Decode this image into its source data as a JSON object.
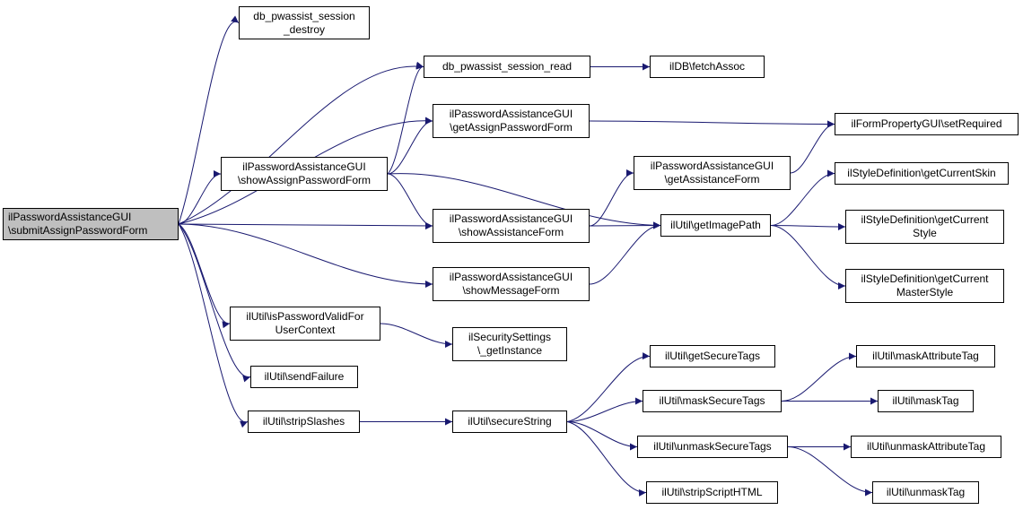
{
  "diagram": {
    "colors": {
      "edge": "#191970",
      "root_fill": "#bfbfbf",
      "node_fill": "#ffffff",
      "border": "#000000"
    },
    "nodes": [
      {
        "id": "root",
        "lines": [
          "ilPasswordAssistanceGUI",
          "\\submitAssignPasswordForm"
        ]
      },
      {
        "id": "destroy",
        "lines": [
          "db_pwassist_session",
          "_destroy"
        ]
      },
      {
        "id": "read",
        "lines": [
          "db_pwassist_session_read"
        ]
      },
      {
        "id": "fetchassoc",
        "lines": [
          "ilDB\\fetchAssoc"
        ]
      },
      {
        "id": "getassignform",
        "lines": [
          "ilPasswordAssistanceGUI",
          "\\getAssignPasswordForm"
        ]
      },
      {
        "id": "setrequired",
        "lines": [
          "ilFormPropertyGUI\\setRequired"
        ]
      },
      {
        "id": "showassignform",
        "lines": [
          "ilPasswordAssistanceGUI",
          "\\showAssignPasswordForm"
        ]
      },
      {
        "id": "getassistform",
        "lines": [
          "ilPasswordAssistanceGUI",
          "\\getAssistanceForm"
        ]
      },
      {
        "id": "getcurrentskin",
        "lines": [
          "ilStyleDefinition\\getCurrentSkin"
        ]
      },
      {
        "id": "showassistform",
        "lines": [
          "ilPasswordAssistanceGUI",
          "\\showAssistanceForm"
        ]
      },
      {
        "id": "getimagepath",
        "lines": [
          "ilUtil\\getImagePath"
        ]
      },
      {
        "id": "getcurrentstyle",
        "lines": [
          "ilStyleDefinition\\getCurrent",
          "Style"
        ]
      },
      {
        "id": "showmessageform",
        "lines": [
          "ilPasswordAssistanceGUI",
          "\\showMessageForm"
        ]
      },
      {
        "id": "getcurrentmaster",
        "lines": [
          "ilStyleDefinition\\getCurrent",
          "MasterStyle"
        ]
      },
      {
        "id": "ispasswordvalid",
        "lines": [
          "ilUtil\\isPasswordValidFor",
          "UserContext"
        ]
      },
      {
        "id": "securitysettings",
        "lines": [
          "ilSecuritySettings",
          "\\_getInstance"
        ]
      },
      {
        "id": "sendfailure",
        "lines": [
          "ilUtil\\sendFailure"
        ]
      },
      {
        "id": "getsecuretags",
        "lines": [
          "ilUtil\\getSecureTags"
        ]
      },
      {
        "id": "maskattributetag",
        "lines": [
          "ilUtil\\maskAttributeTag"
        ]
      },
      {
        "id": "masksecuretags",
        "lines": [
          "ilUtil\\maskSecureTags"
        ]
      },
      {
        "id": "masktag",
        "lines": [
          "ilUtil\\maskTag"
        ]
      },
      {
        "id": "stripslashes",
        "lines": [
          "ilUtil\\stripSlashes"
        ]
      },
      {
        "id": "securestring",
        "lines": [
          "ilUtil\\secureString"
        ]
      },
      {
        "id": "unmasksecuretags",
        "lines": [
          "ilUtil\\unmaskSecureTags"
        ]
      },
      {
        "id": "unmaskattributetag",
        "lines": [
          "ilUtil\\unmaskAttributeTag"
        ]
      },
      {
        "id": "stripscripthtml",
        "lines": [
          "ilUtil\\stripScriptHTML"
        ]
      },
      {
        "id": "unmasktag",
        "lines": [
          "ilUtil\\unmaskTag"
        ]
      }
    ],
    "edges": [
      [
        "root",
        "destroy"
      ],
      [
        "root",
        "read"
      ],
      [
        "root",
        "getassignform"
      ],
      [
        "root",
        "showassignform"
      ],
      [
        "root",
        "showassistform"
      ],
      [
        "root",
        "showmessageform"
      ],
      [
        "root",
        "ispasswordvalid"
      ],
      [
        "root",
        "sendfailure"
      ],
      [
        "root",
        "stripslashes"
      ],
      [
        "read",
        "fetchassoc"
      ],
      [
        "getassignform",
        "setrequired"
      ],
      [
        "showassignform",
        "read"
      ],
      [
        "showassignform",
        "getassignform"
      ],
      [
        "showassignform",
        "showassistform"
      ],
      [
        "showassignform",
        "getimagepath"
      ],
      [
        "showassistform",
        "getassistform"
      ],
      [
        "showassistform",
        "getimagepath"
      ],
      [
        "getassistform",
        "setrequired"
      ],
      [
        "showmessageform",
        "getimagepath"
      ],
      [
        "getimagepath",
        "getcurrentskin"
      ],
      [
        "getimagepath",
        "getcurrentstyle"
      ],
      [
        "getimagepath",
        "getcurrentmaster"
      ],
      [
        "ispasswordvalid",
        "securitysettings"
      ],
      [
        "stripslashes",
        "securestring"
      ],
      [
        "securestring",
        "getsecuretags"
      ],
      [
        "securestring",
        "masksecuretags"
      ],
      [
        "securestring",
        "unmasksecuretags"
      ],
      [
        "securestring",
        "stripscripthtml"
      ],
      [
        "masksecuretags",
        "maskattributetag"
      ],
      [
        "masksecuretags",
        "masktag"
      ],
      [
        "unmasksecuretags",
        "unmaskattributetag"
      ],
      [
        "unmasksecuretags",
        "unmasktag"
      ]
    ]
  }
}
